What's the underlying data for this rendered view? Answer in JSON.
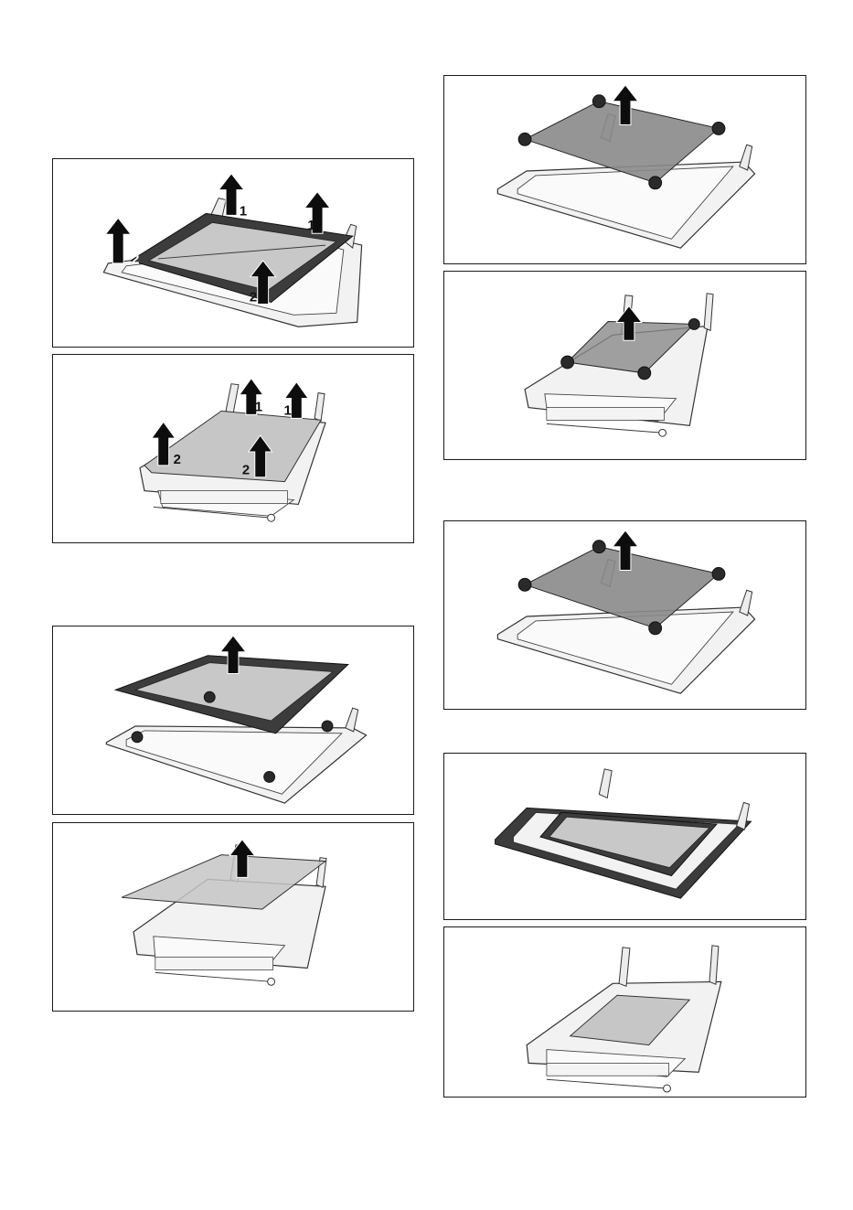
{
  "figures": [
    {
      "id": "fig-1",
      "labels": [
        "1",
        "1",
        "2",
        "2"
      ]
    },
    {
      "id": "fig-2",
      "labels": [
        "1",
        "1",
        "2",
        "2"
      ]
    },
    {
      "id": "fig-3",
      "labels": []
    },
    {
      "id": "fig-4",
      "labels": []
    },
    {
      "id": "fig-5",
      "labels": []
    },
    {
      "id": "fig-6",
      "labels": []
    },
    {
      "id": "fig-7",
      "labels": []
    },
    {
      "id": "fig-8",
      "labels": []
    },
    {
      "id": "fig-9",
      "labels": []
    }
  ],
  "colors": {
    "border": "#1a1a1a",
    "dark_pane": "#3c3c3c",
    "mid_pane": "#8a8a8a",
    "light_pane": "#c6c6c6",
    "arrow": "#0d0d0d"
  }
}
